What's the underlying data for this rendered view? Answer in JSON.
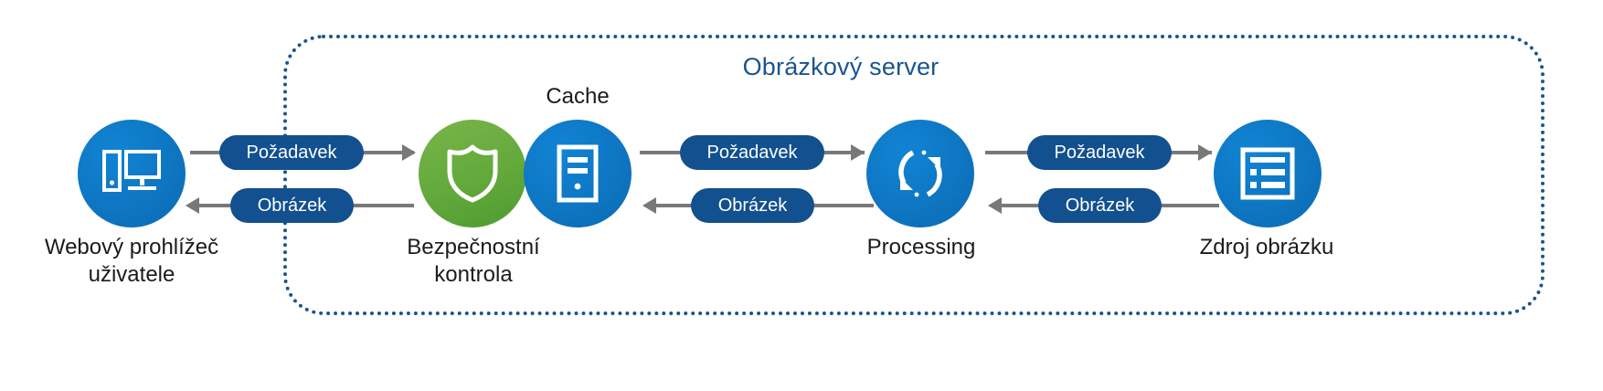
{
  "diagram": {
    "title": "Obrázkový server",
    "boundary_color": "#1a5490",
    "nodes": [
      {
        "id": "browser",
        "icon": "desktop-computer-icon",
        "color": "#0d78c4",
        "caption": "Webový prohlížeč\nuživatele",
        "top_label": ""
      },
      {
        "id": "security",
        "icon": "shield-icon",
        "color": "#63a93c",
        "caption": "Bezpečnostní\nkontrola",
        "top_label": ""
      },
      {
        "id": "cache",
        "icon": "server-tower-icon",
        "color": "#0d78c4",
        "caption": "",
        "top_label": "Cache"
      },
      {
        "id": "processing",
        "icon": "refresh-sync-icon",
        "color": "#0d78c4",
        "caption": "Processing",
        "top_label": ""
      },
      {
        "id": "source",
        "icon": "image-list-window-icon",
        "color": "#0d78c4",
        "caption": "Zdroj obrázku",
        "top_label": ""
      }
    ],
    "connectors": [
      {
        "id": "c1",
        "request_label": "Požadavek",
        "response_label": "Obrázek"
      },
      {
        "id": "c2",
        "request_label": "Požadavek",
        "response_label": "Obrázek"
      },
      {
        "id": "c3",
        "request_label": "Požadavek",
        "response_label": "Obrázek"
      }
    ]
  }
}
